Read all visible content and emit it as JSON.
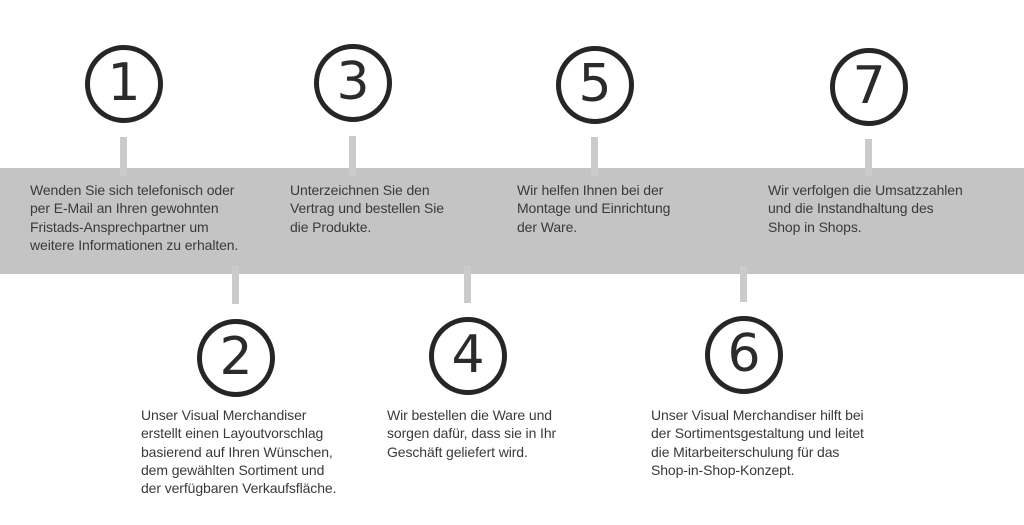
{
  "diagram": {
    "type": "process-steps",
    "language": "de",
    "colors": {
      "background": "#ffffff",
      "band": "#c4c4c4",
      "connector": "#cbcbcb",
      "circle_border": "#262626",
      "number": "#2b2b2b",
      "text": "#3a3a3a"
    },
    "steps": [
      {
        "number": "1",
        "row": "top",
        "description": "Wenden Sie sich telefonisch oder\nper E-Mail an Ihren gewohnten\nFristads-Ansprechpartner um\nweitere Informationen zu erhalten."
      },
      {
        "number": "2",
        "row": "bottom",
        "description": "Unser Visual Merchandiser\nerstellt einen Layoutvorschlag\nbasierend auf Ihren Wünschen,\ndem gewählten Sortiment und\nder verfügbaren Verkaufsfläche."
      },
      {
        "number": "3",
        "row": "top",
        "description": "Unterzeichnen Sie den\nVertrag und bestellen Sie\ndie Produkte."
      },
      {
        "number": "4",
        "row": "bottom",
        "description": "Wir bestellen die Ware und\nsorgen dafür, dass sie in Ihr\nGeschäft geliefert wird."
      },
      {
        "number": "5",
        "row": "top",
        "description": "Wir helfen Ihnen bei der\nMontage und Einrichtung\nder Ware."
      },
      {
        "number": "6",
        "row": "bottom",
        "description": "Unser Visual Merchandiser hilft bei\nder Sortimentsgestaltung und leitet\ndie Mitarbeiterschulung für das\nShop-in-Shop-Konzept."
      },
      {
        "number": "7",
        "row": "top",
        "description": "Wir verfolgen die Umsatzzahlen\nund die Instandhaltung des\nShop in Shops."
      }
    ]
  }
}
